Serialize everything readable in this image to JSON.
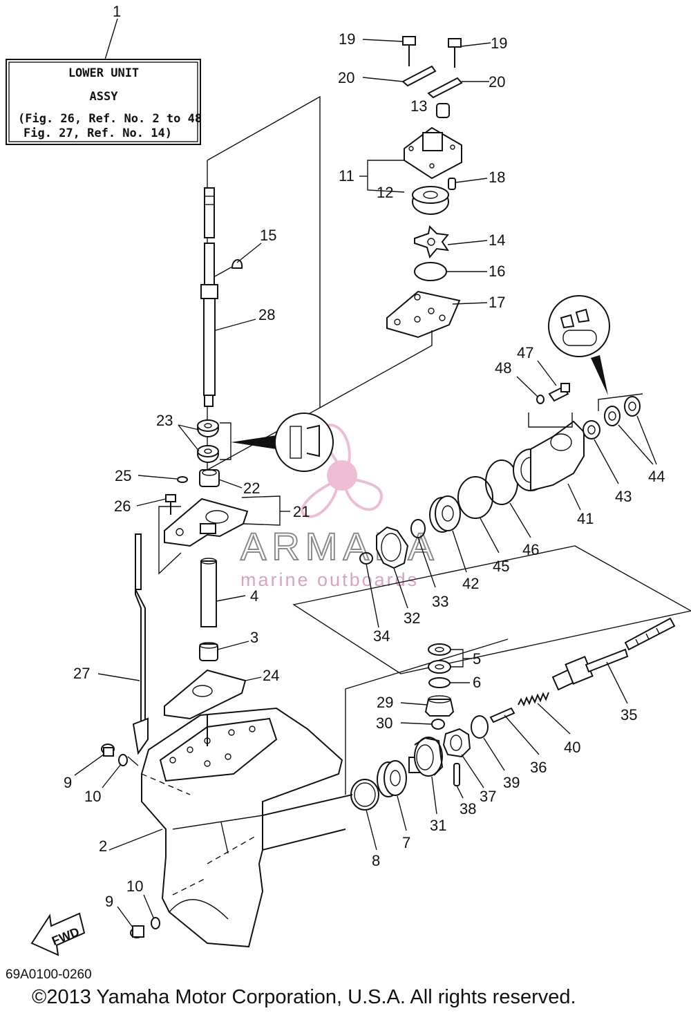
{
  "assembly_box": {
    "line1": "LOWER UNIT",
    "line2": "ASSY",
    "line3": "(Fig. 26, Ref. No. 2 to 48",
    "line4": "Fig. 27, Ref. No. 14)"
  },
  "callouts": {
    "n1": "1",
    "n2": "2",
    "n3": "3",
    "n4": "4",
    "n5": "5",
    "n6": "6",
    "n7": "7",
    "n8": "8",
    "n9": "9",
    "n10": "10",
    "n11": "11",
    "n12": "12",
    "n13": "13",
    "n14": "14",
    "n15": "15",
    "n16": "16",
    "n17": "17",
    "n18": "18",
    "n19": "19",
    "n20": "20",
    "n21": "21",
    "n22": "22",
    "n23": "23",
    "n24": "24",
    "n25": "25",
    "n26": "26",
    "n27": "27",
    "n28": "28",
    "n29": "29",
    "n30": "30",
    "n31": "31",
    "n32": "32",
    "n33": "33",
    "n34": "34",
    "n35": "35",
    "n36": "36",
    "n37": "37",
    "n38": "38",
    "n39": "39",
    "n40": "40",
    "n41": "41",
    "n42": "42",
    "n43": "43",
    "n44": "44",
    "n45": "45",
    "n46": "46",
    "n47": "47",
    "n48": "48"
  },
  "fwd_label": "FWD",
  "drawing_code": "69A0100-0260",
  "copyright": "©2013 Yamaha Motor Corporation, U.S.A. All rights reserved.",
  "watermark": {
    "brand": "ARMADA",
    "tagline": "marine outboards",
    "color": "#e8a6c8"
  }
}
